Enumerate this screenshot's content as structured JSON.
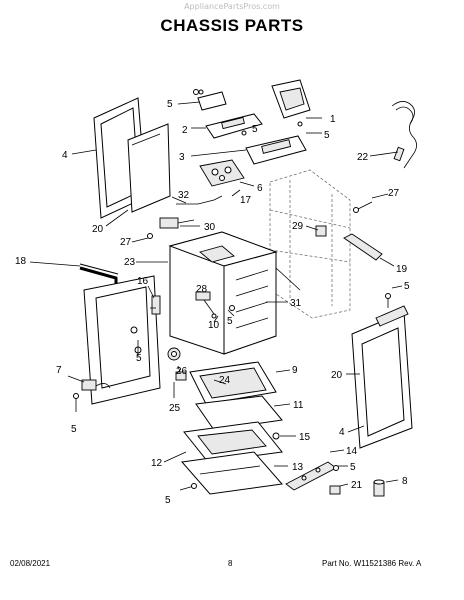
{
  "watermark": "AppliancePartsPros.com",
  "title": "CHASSIS PARTS",
  "footer": {
    "date": "02/08/2021",
    "page": "8",
    "part_no": "Part No. W11521386  Rev. A"
  },
  "callouts": {
    "c1": "1",
    "c2": "2",
    "c3": "3",
    "c4a": "4",
    "c4b": "4",
    "c5a": "5",
    "c5b": "5",
    "c5c": "5",
    "c5d": "5",
    "c5e": "5",
    "c5f": "5",
    "c5g": "5",
    "c5h": "5",
    "c5i": "5",
    "c6": "6",
    "c7": "7",
    "c8": "8",
    "c9": "9",
    "c10": "10",
    "c11": "11",
    "c12": "12",
    "c13": "13",
    "c14": "14",
    "c15": "15",
    "c16": "16",
    "c17": "17",
    "c18": "18",
    "c19": "19",
    "c20a": "20",
    "c20b": "20",
    "c21": "21",
    "c22": "22",
    "c23": "23",
    "c24": "24",
    "c25": "25",
    "c26": "26",
    "c27a": "27",
    "c27b": "27",
    "c28": "28",
    "c29": "29",
    "c30": "30",
    "c31": "31",
    "c32": "32"
  }
}
